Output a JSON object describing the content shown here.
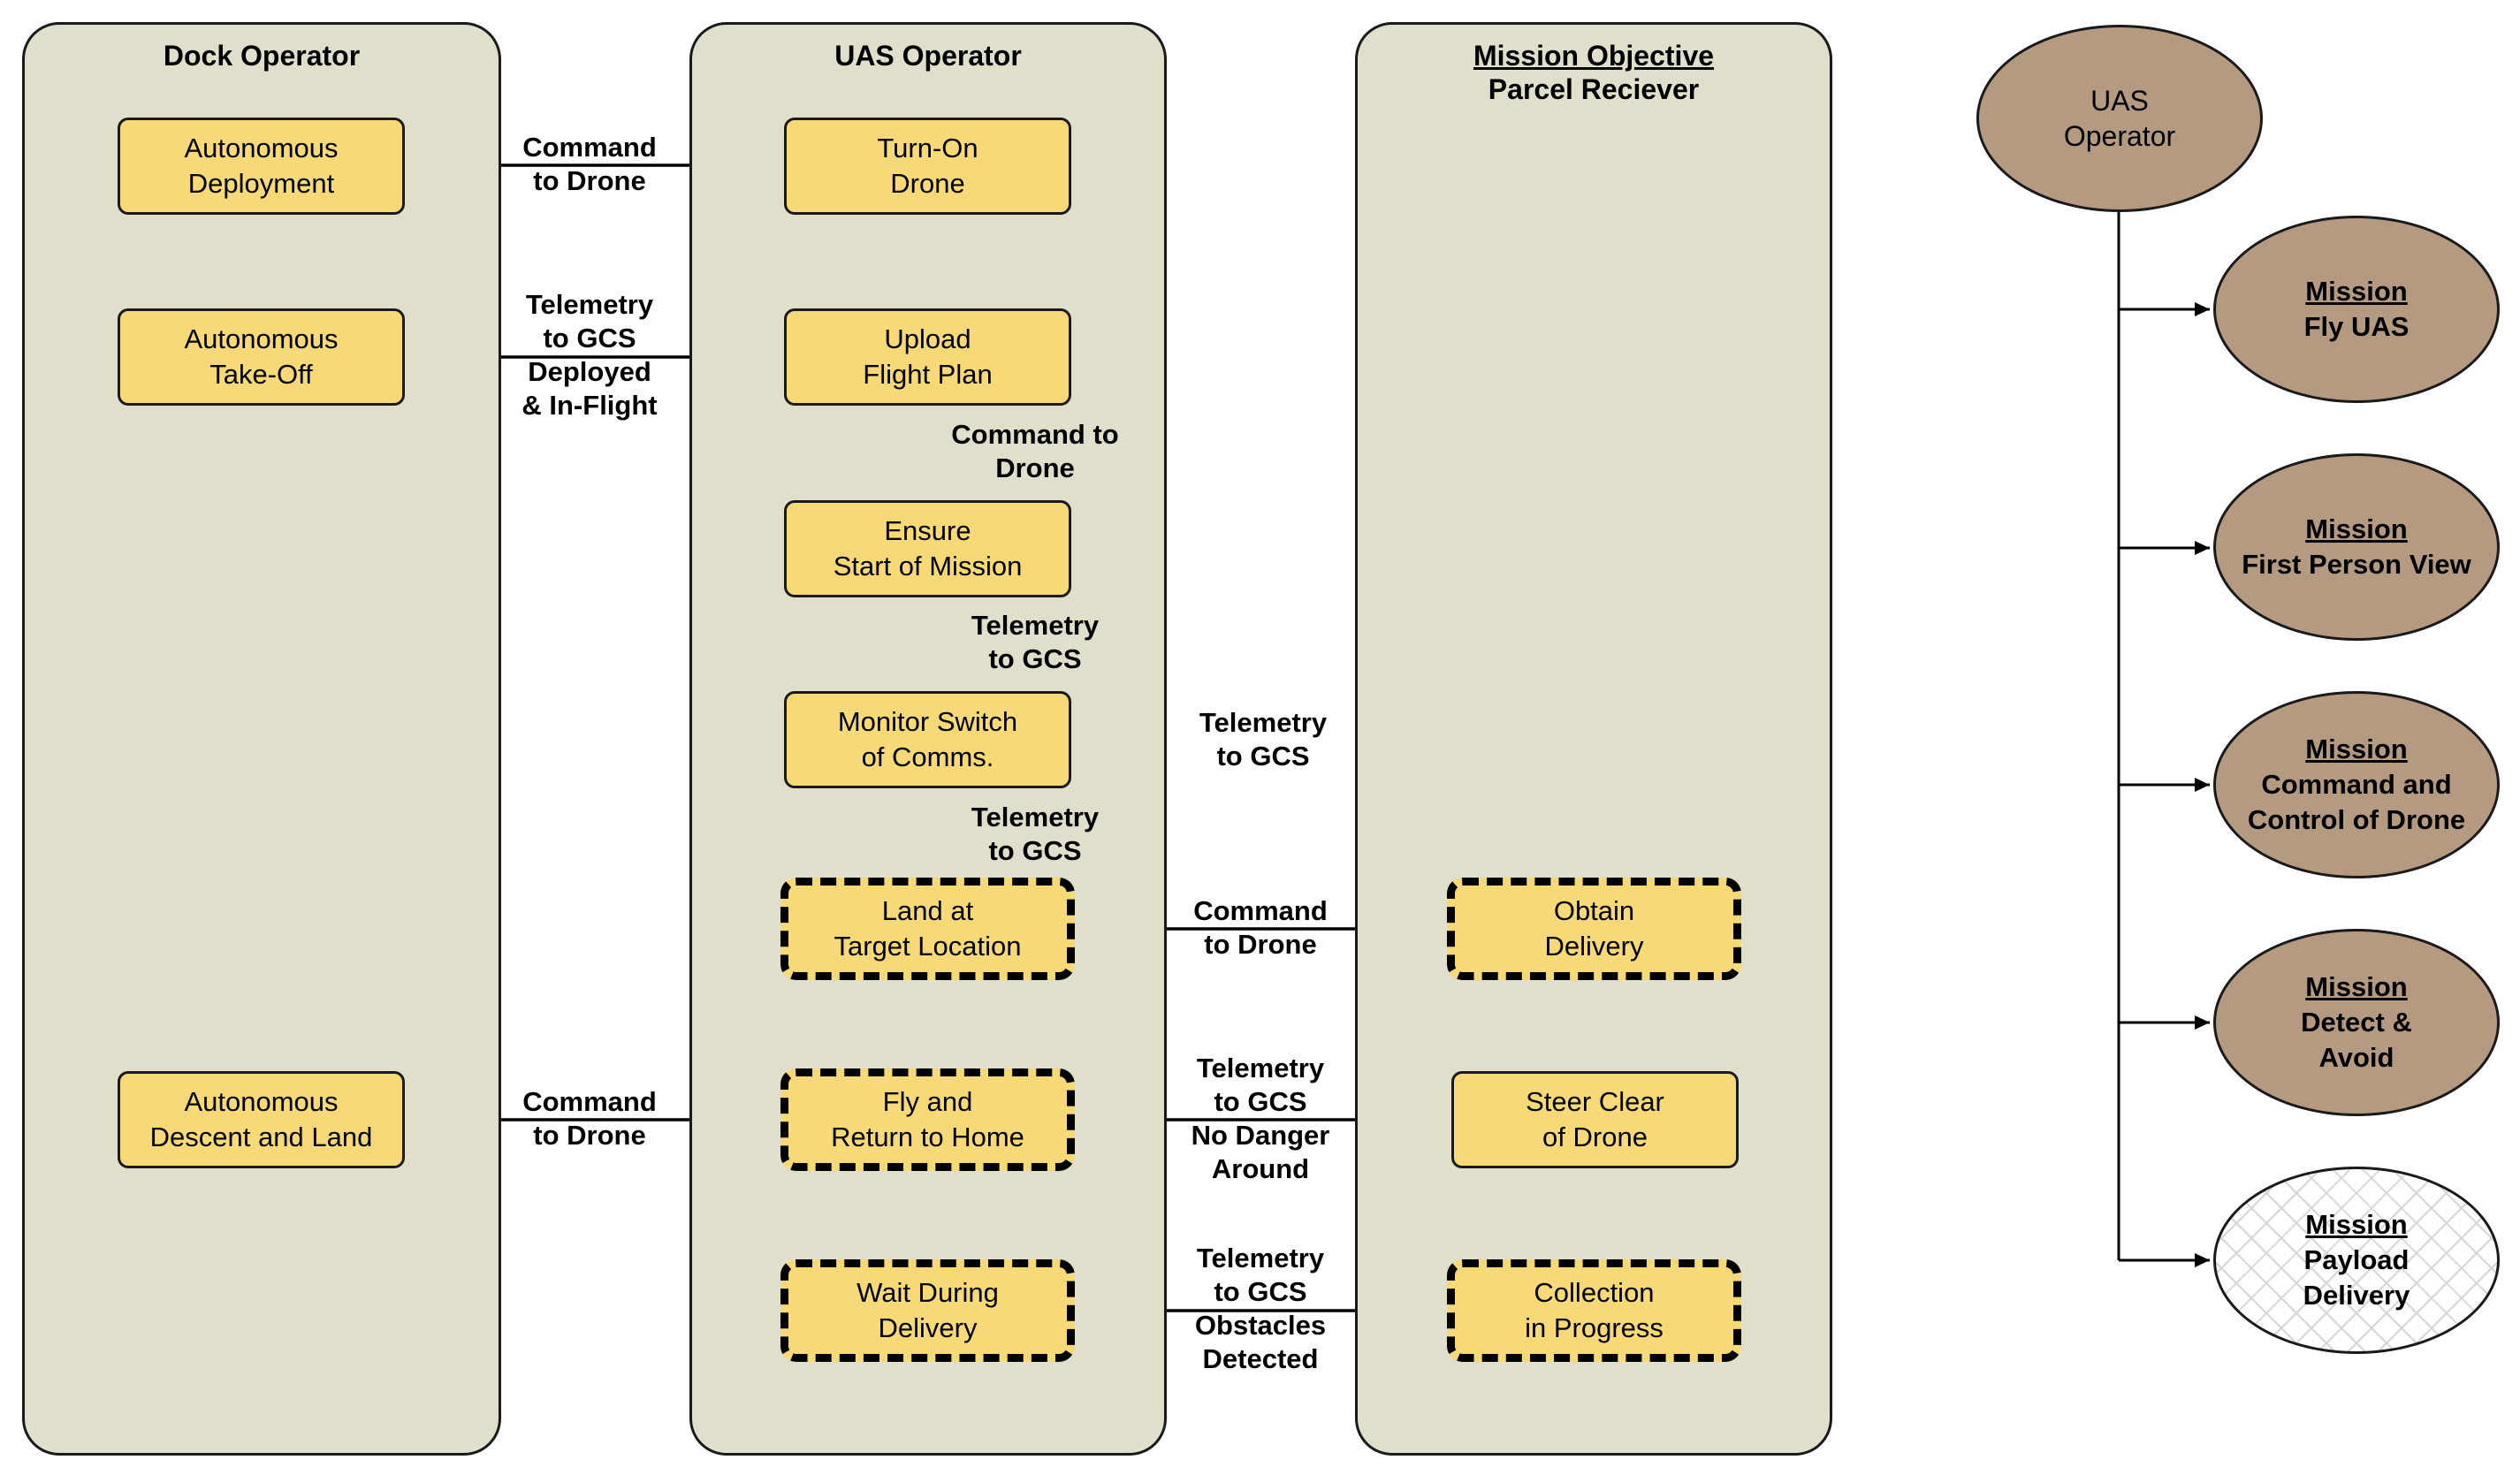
{
  "lanes": {
    "dock": {
      "title": "Dock Operator"
    },
    "uas": {
      "title": "UAS Operator"
    },
    "mission": {
      "title": "Mission Objective",
      "subtitle": "Parcel Reciever"
    }
  },
  "boxes": {
    "autonomous_deployment": [
      "Autonomous",
      "Deployment"
    ],
    "autonomous_takeoff": [
      "Autonomous",
      "Take-Off"
    ],
    "autonomous_descent": [
      "Autonomous",
      "Descent and Land"
    ],
    "turn_on_drone": [
      "Turn-On",
      "Drone"
    ],
    "upload_flight_plan": [
      "Upload",
      "Flight Plan"
    ],
    "ensure_start": [
      "Ensure",
      "Start of Mission"
    ],
    "monitor_switch": [
      "Monitor Switch",
      "of Comms."
    ],
    "land_target": [
      "Land at",
      "Target Location"
    ],
    "fly_return": [
      "Fly and",
      "Return to Home"
    ],
    "wait_delivery": [
      "Wait During",
      "Delivery"
    ],
    "obtain_delivery": [
      "Obtain",
      "Delivery"
    ],
    "steer_clear": [
      "Steer Clear",
      "of Drone"
    ],
    "collection": [
      "Collection",
      "in Progress"
    ]
  },
  "labels": {
    "cmd1": [
      "Command",
      "to Drone"
    ],
    "telemetry_deployed": [
      "Telemetry",
      "to GCS",
      "Deployed",
      "& In-Flight"
    ],
    "cmd_to_drone": [
      "Command to",
      "Drone"
    ],
    "telemetry_a": [
      "Telemetry",
      "to GCS"
    ],
    "telemetry_self": [
      "Telemetry",
      "to GCS"
    ],
    "telemetry_b": [
      "Telemetry",
      "to GCS"
    ],
    "cmd_land": [
      "Command",
      "to Drone"
    ],
    "cmd_return": [
      "Command",
      "to Drone"
    ],
    "telemetry_no_danger": [
      "Telemetry",
      "to GCS",
      "No Danger",
      "Around"
    ],
    "telemetry_obstacles": [
      "Telemetry",
      "to GCS",
      "Obstacles",
      "Detected"
    ]
  },
  "hierarchy": {
    "root": [
      "UAS",
      "Operator"
    ],
    "missions": [
      {
        "heading": "Mission",
        "text": [
          "Fly UAS"
        ]
      },
      {
        "heading": "Mission",
        "text": [
          "First Person View"
        ]
      },
      {
        "heading": "Mission",
        "text": [
          "Command and",
          "Control of Drone"
        ]
      },
      {
        "heading": "Mission",
        "text": [
          "Detect &",
          "Avoid"
        ]
      },
      {
        "heading": "Mission",
        "text": [
          "Payload",
          "Delivery"
        ]
      }
    ]
  },
  "colors": {
    "lane_fill": "#e0dfcc",
    "box_fill": "#f8d978",
    "oval_fill": "#b59a82",
    "stroke": "#000000"
  }
}
